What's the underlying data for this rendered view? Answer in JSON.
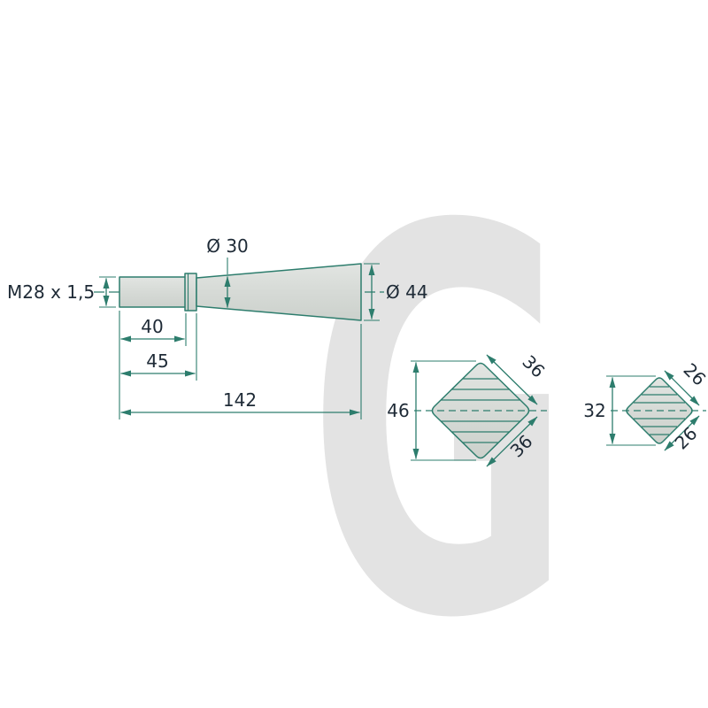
{
  "watermark": {
    "letter": "G",
    "color": "#e3e3e3"
  },
  "colors": {
    "line": "#2d7d6d",
    "text": "#1e2a36",
    "part_fill": "#d6dad6",
    "background": "#ffffff"
  },
  "side_view": {
    "thread_label": "M28 x 1,5",
    "neck_diameter_label": "Ø 30",
    "end_diameter_label": "Ø 44",
    "dim_thread_length": "40",
    "dim_collar_length": "45",
    "dim_total_length": "142"
  },
  "cross_section_large": {
    "dim_height": "46",
    "dim_side_top": "36",
    "dim_side_bottom": "36"
  },
  "cross_section_small": {
    "dim_height": "32",
    "dim_side_top": "26",
    "dim_side_bottom": "26"
  }
}
